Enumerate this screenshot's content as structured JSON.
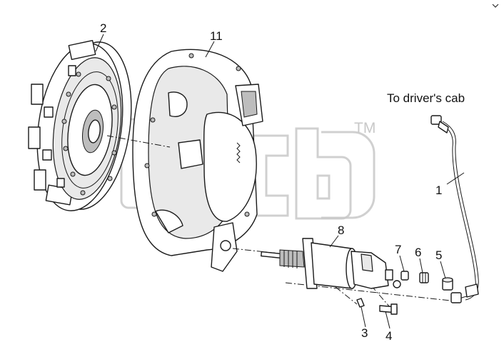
{
  "watermark": {
    "text": "TM"
  },
  "caption": {
    "text": "To driver's cab"
  },
  "callouts": {
    "c1": "1",
    "c2": "2",
    "c3": "3",
    "c4": "4",
    "c5": "5",
    "c6": "6",
    "c7": "7",
    "c8": "8",
    "c11": "11"
  },
  "parts": [
    {
      "id": "pressure-plate",
      "icon": "clutch-pressure-plate-drawing"
    },
    {
      "id": "clutch-housing",
      "icon": "clutch-housing-drawing"
    },
    {
      "id": "release-cylinder",
      "icon": "release-cylinder-drawing"
    },
    {
      "id": "fluid-line",
      "icon": "hydraulic-line-drawing"
    },
    {
      "id": "fittings",
      "icon": "fitting-drawing"
    }
  ]
}
